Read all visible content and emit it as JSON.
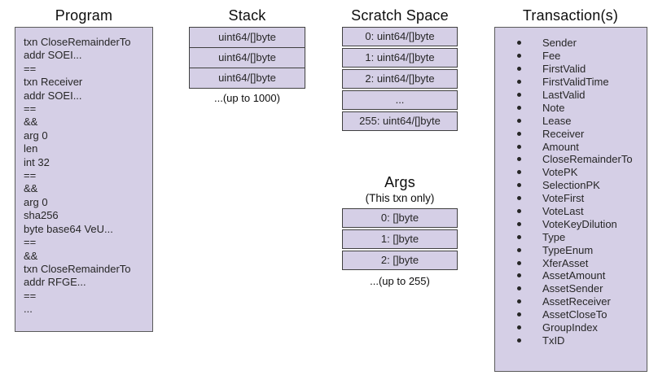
{
  "colors": {
    "box_fill": "#d5cfe6",
    "box_border": "#5a5a5a",
    "cell_border": "#404040",
    "text": "#262626",
    "title_text": "#0d0d0d"
  },
  "program": {
    "title": "Program",
    "lines": [
      "txn CloseRemainderTo",
      "addr SOEI...",
      "==",
      "txn Receiver",
      "addr SOEI...",
      "==",
      "&&",
      "arg 0",
      "len",
      "int 32",
      "==",
      "&&",
      "arg 0",
      "sha256",
      "byte base64 VeU...",
      "==",
      "&&",
      "txn CloseRemainderTo",
      "addr RFGE...",
      "==",
      "..."
    ]
  },
  "stack": {
    "title": "Stack",
    "cells": [
      "uint64/[]byte",
      "uint64/[]byte",
      "uint64/[]byte"
    ],
    "caption": "...(up to 1000)"
  },
  "scratch_space": {
    "title": "Scratch Space",
    "cells": [
      "0: uint64/[]byte",
      "1: uint64/[]byte",
      "2: uint64/[]byte",
      "...",
      "255: uint64/[]byte"
    ]
  },
  "args": {
    "title": "Args",
    "subtitle": "(This txn only)",
    "cells": [
      "0: []byte",
      "1: []byte",
      "2: []byte"
    ],
    "caption": "...(up to 255)"
  },
  "transactions": {
    "title": "Transaction(s)",
    "items": [
      "Sender",
      "Fee",
      "FirstValid",
      "FirstValidTime",
      "LastValid",
      "Note",
      "Lease",
      "Receiver",
      "Amount",
      "CloseRemainderTo",
      "VotePK",
      "SelectionPK",
      "VoteFirst",
      "VoteLast",
      "VoteKeyDilution",
      "Type",
      "TypeEnum",
      "XferAsset",
      "AssetAmount",
      "AssetSender",
      "AssetReceiver",
      "AssetCloseTo",
      "GroupIndex",
      "TxID"
    ]
  }
}
